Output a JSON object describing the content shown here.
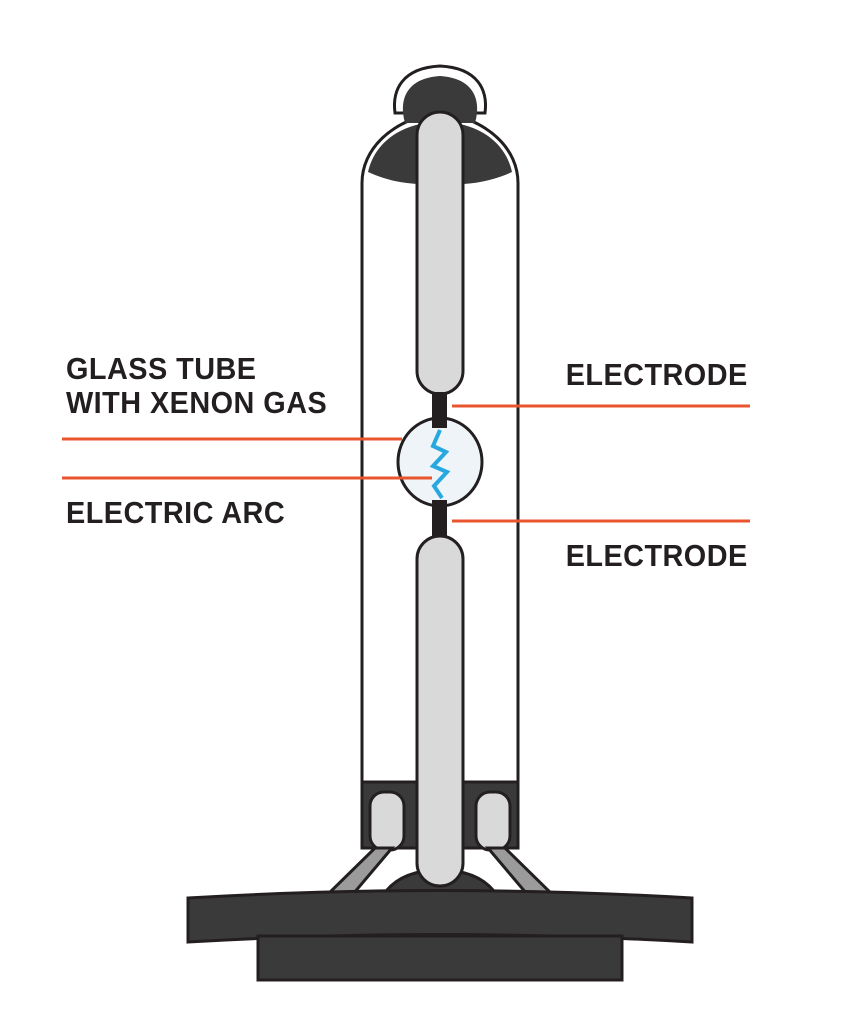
{
  "labels": {
    "glass_tube_line1": "GLASS TUBE",
    "glass_tube_line2": "WITH XENON GAS",
    "electric_arc": "ELECTRIC ARC",
    "electrode_top": "ELECTRODE",
    "electrode_bottom": "ELECTRODE"
  },
  "colors": {
    "leader_line": "#e8552f",
    "arc": "#29a8e0",
    "dark_metal": "#3a3a3a",
    "rod_fill": "#d9d9d9",
    "outline": "#231f20",
    "gas_bulb": "#eef4f8"
  }
}
